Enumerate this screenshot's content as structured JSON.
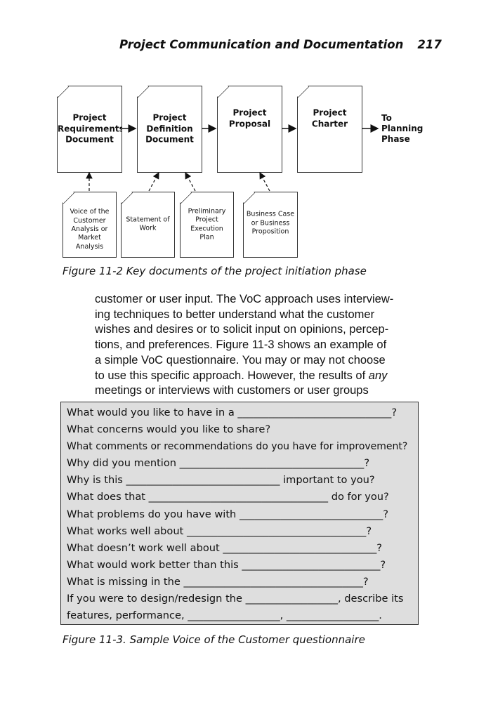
{
  "header": {
    "title": "Project Communication and Documentation",
    "page_number": "217"
  },
  "diagram": {
    "main_docs": [
      "Project\nRequirements\nDocument",
      "Project\nDefinition\nDocument",
      "Project\nProposal",
      "Project\nCharter"
    ],
    "output_label": "To\nPlanning\nPhase",
    "input_docs": [
      "Voice of the\nCustomer\nAnalysis or\nMarket\nAnalysis",
      "Statement of\nWork",
      "Preliminary\nProject\nExecution\nPlan",
      "Business Case\nor Business\nProposition"
    ]
  },
  "figure1_caption": "Figure 11-2 Key documents of the project initiation phase",
  "paragraph": [
    "customer or user input. The VoC approach uses interview-",
    "ing techniques to better understand what the customer",
    "wishes and desires or to solicit input on opinions, percep-",
    "tions, and preferences. Figure 11-3 shows an example of",
    "a simple VoC questionnaire. You may or may not choose",
    "to use this specific approach. However, the results of any",
    "meetings or interviews with customers or user groups"
  ],
  "questionnaire": [
    "What would you like to have in a ______________________________?",
    "What concerns would you like to share?",
    "What comments or recommendations do you have for improvement?",
    "Why did you mention ____________________________________?",
    "Why is this ______________________________ important to you?",
    "What does that ___________________________________ do for you?",
    "What problems do you have with ____________________________?",
    "What works well about ___________________________________?",
    "What doesn’t work well about ______________________________?",
    "What would work better than this ___________________________?",
    "What is missing in the ___________________________________?",
    "If you were to design/redesign the __________________, describe its",
    "features, performance, __________________, __________________."
  ],
  "figure2_caption": "Figure 11-3. Sample Voice of the Customer questionnaire"
}
